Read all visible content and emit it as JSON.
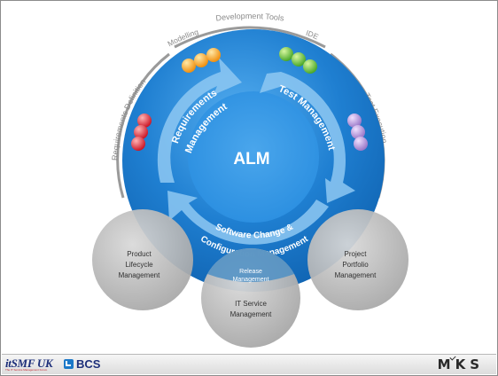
{
  "diagram": {
    "center": "ALM",
    "arc_top": "Development Tools",
    "arc_labels": {
      "modelling": "Modelling",
      "ide": "IDE",
      "req_def": "Requirements Definition",
      "test_exec": "Test Execution"
    },
    "ring": {
      "requirements_line1": "Requirements",
      "requirements_line2": "Management",
      "test": "Test Management",
      "scm_line1": "Software Change &",
      "scm_line2": "Configuration Management"
    },
    "satellites": {
      "product": [
        "Product",
        "Lifecycle",
        "Management"
      ],
      "project": [
        "Project",
        "Portfolio",
        "Management"
      ],
      "itsm": [
        "IT Service",
        "Management"
      ],
      "release": [
        "Release",
        "Management"
      ]
    },
    "colors": {
      "ring": "#1f7fd1",
      "inner": "#2a8ee0",
      "arrow": "#8ec8f2",
      "satellite": "#b7b7b7",
      "bracket": "#9a9a9a"
    }
  },
  "footer": {
    "itsmf": "itSMF UK",
    "itsmf_sub": "The IT Service Management Forum",
    "bcs": "BCS",
    "mks": "MKS"
  }
}
